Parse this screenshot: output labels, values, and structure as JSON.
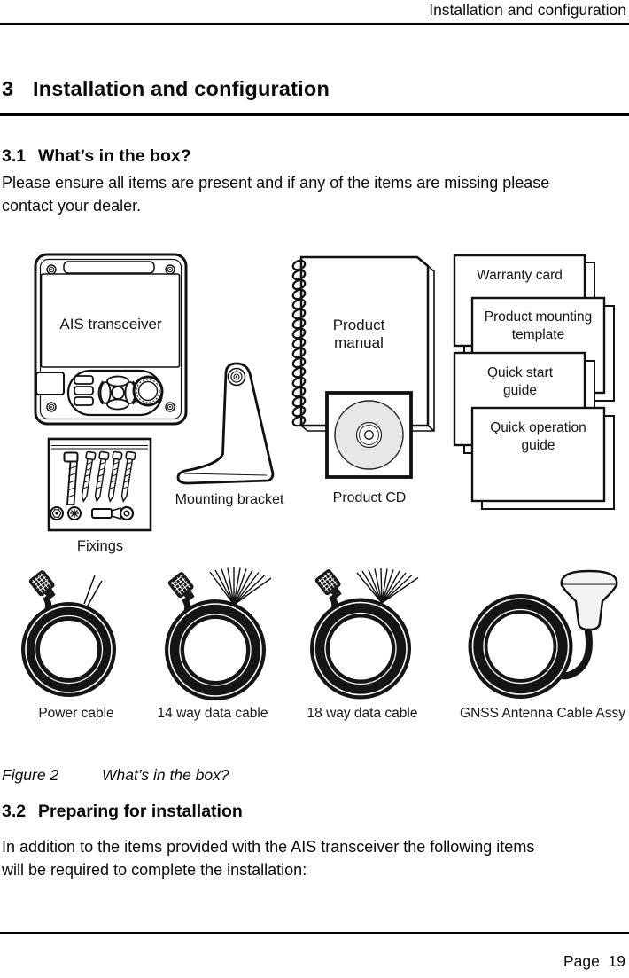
{
  "header": {
    "running_title": "Installation and configuration"
  },
  "footer": {
    "page_label": "Page  19"
  },
  "headings": {
    "h1": {
      "number": "3",
      "title": "Installation and configuration"
    },
    "s31": {
      "number": "3.1",
      "title": "What’s in the box?"
    },
    "s32": {
      "number": "3.2",
      "title": "Preparing for installation"
    }
  },
  "paragraphs": {
    "s31_lines": [
      "Please ensure all items are present and if any of the items are missing please",
      "contact your dealer."
    ],
    "s32_lines": [
      "In addition to the items provided with the AIS transceiver the following items",
      "will be required to complete the installation:"
    ]
  },
  "figure": {
    "caption": {
      "label": "Figure 2",
      "text": "What’s in the box?"
    },
    "labels": {
      "transceiver": "AIS transceiver",
      "fixings": "Fixings",
      "bracket": "Mounting bracket",
      "manual": "Product manual",
      "cd": "Product CD",
      "warranty": "Warranty card",
      "template": "Product mounting template",
      "quick_start": "Quick start guide",
      "quick_operation": "Quick operation guide",
      "power": "Power cable",
      "data14": "14 way data cable",
      "data18": "18 way data cable",
      "gnss": "GNSS Antenna Cable Assy"
    }
  }
}
